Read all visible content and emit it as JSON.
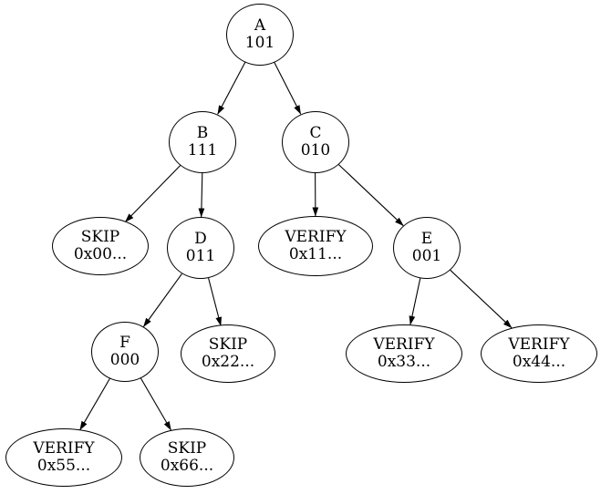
{
  "diagram": {
    "type": "tree",
    "colors": {
      "background": "#ffffff",
      "node_fill": "#ffffff",
      "node_border": "#000000",
      "edge": "#000000",
      "text": "#000000"
    },
    "nodes": [
      {
        "id": "A",
        "label": "A",
        "sublabel": "101",
        "shape": "circle"
      },
      {
        "id": "B",
        "label": "B",
        "sublabel": "111",
        "shape": "circle"
      },
      {
        "id": "C",
        "label": "C",
        "sublabel": "010",
        "shape": "circle"
      },
      {
        "id": "SKIP_0x00",
        "label": "SKIP",
        "sublabel": "0x00...",
        "shape": "ellipse"
      },
      {
        "id": "D",
        "label": "D",
        "sublabel": "011",
        "shape": "circle"
      },
      {
        "id": "VERIFY_0x11",
        "label": "VERIFY",
        "sublabel": "0x11...",
        "shape": "ellipse"
      },
      {
        "id": "E",
        "label": "E",
        "sublabel": "001",
        "shape": "circle"
      },
      {
        "id": "F",
        "label": "F",
        "sublabel": "000",
        "shape": "circle"
      },
      {
        "id": "SKIP_0x22",
        "label": "SKIP",
        "sublabel": "0x22...",
        "shape": "ellipse"
      },
      {
        "id": "VERIFY_0x33",
        "label": "VERIFY",
        "sublabel": "0x33...",
        "shape": "ellipse"
      },
      {
        "id": "VERIFY_0x44",
        "label": "VERIFY",
        "sublabel": "0x44...",
        "shape": "ellipse"
      },
      {
        "id": "VERIFY_0x55",
        "label": "VERIFY",
        "sublabel": "0x55...",
        "shape": "ellipse"
      },
      {
        "id": "SKIP_0x66",
        "label": "SKIP",
        "sublabel": "0x66...",
        "shape": "ellipse"
      }
    ],
    "edges": [
      {
        "from": "A",
        "to": "B"
      },
      {
        "from": "A",
        "to": "C"
      },
      {
        "from": "B",
        "to": "SKIP_0x00"
      },
      {
        "from": "B",
        "to": "D"
      },
      {
        "from": "C",
        "to": "VERIFY_0x11"
      },
      {
        "from": "C",
        "to": "E"
      },
      {
        "from": "D",
        "to": "F"
      },
      {
        "from": "D",
        "to": "SKIP_0x22"
      },
      {
        "from": "E",
        "to": "VERIFY_0x33"
      },
      {
        "from": "E",
        "to": "VERIFY_0x44"
      },
      {
        "from": "F",
        "to": "VERIFY_0x55"
      },
      {
        "from": "F",
        "to": "SKIP_0x66"
      }
    ]
  }
}
